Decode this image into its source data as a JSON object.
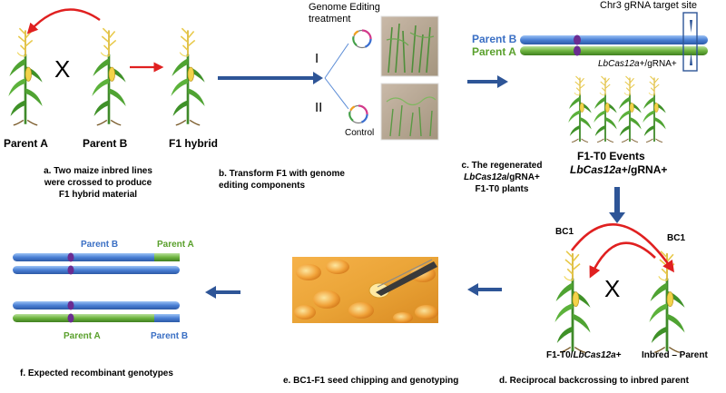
{
  "plant_labels": {
    "parent_a": "Parent A",
    "parent_b": "Parent B",
    "f1_hybrid": "F1 hybrid",
    "cross_mark": "X",
    "bc1_left": "BC1",
    "bc1_right": "BC1",
    "backcross_mark": "X",
    "f1_t0": "F1-T0/",
    "f1_t0_gene": "LbCas12a",
    "f1_t0_suffix": "+",
    "inbred_parent": "Inbred – Parent"
  },
  "treatment": {
    "title_line1": "Genome Editing",
    "title_line2": "treatment",
    "arm_1": "I",
    "arm_2": "II",
    "control": "Control"
  },
  "chromosome_panel": {
    "target_title": "Chr3  gRNA target site",
    "parent_b": "Parent B",
    "parent_a": "Parent A",
    "gene": "LbCas12a",
    "gene_suffix": "+/gRNA+",
    "events_line1": "F1-T0 Events",
    "events_gene": "LbCas12a",
    "events_suffix": "+/gRNA+"
  },
  "recombinant": {
    "top_parent_b": "Parent B",
    "top_parent_a": "Parent A",
    "bottom_parent_a": "Parent A",
    "bottom_parent_b": "Parent B"
  },
  "captions": {
    "a_line1": "a. Two maize inbred lines",
    "a_line2": "were crossed to produce",
    "a_line3": "F1 hybrid material",
    "b_line1": "b. Transform F1 with genome",
    "b_line2": "editing components",
    "c_line1": "c. The regenerated",
    "c_gene": "LbCas12a",
    "c_suffix": "/gRNA+",
    "c_line3": "F1-T0 plants",
    "d": "d. Reciprocal backcrossing to inbred parent",
    "e": "e. BC1-F1  seed chipping and genotyping",
    "f": "f. Expected recombinant genotypes"
  },
  "colors": {
    "chromosome_blue": "#4a7fd4",
    "chromosome_green": "#6db33f",
    "centromere": "#6a2c91",
    "arrow_blue": "#2e5597",
    "arrow_red": "#e02020"
  }
}
